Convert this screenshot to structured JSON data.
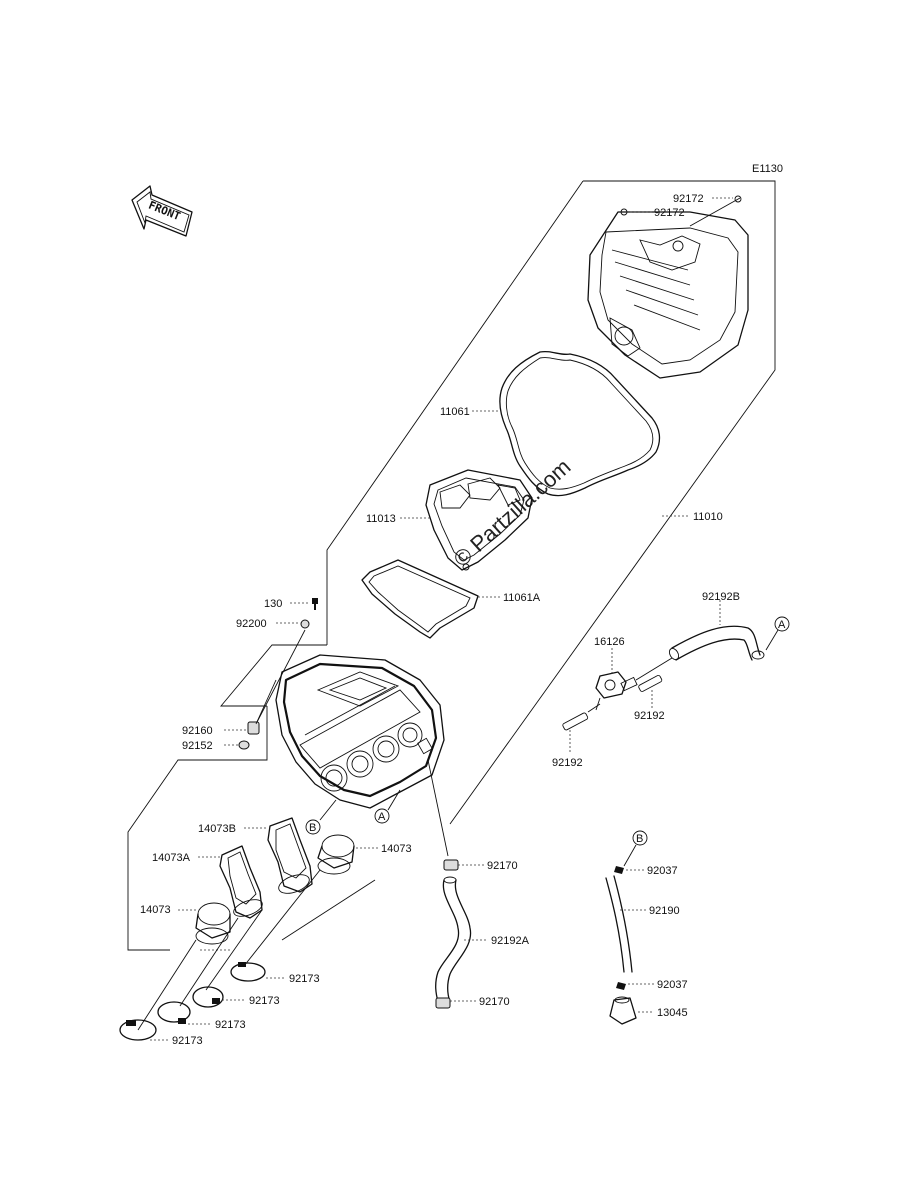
{
  "diagram": {
    "code": "E1130",
    "front_label": "FRONT",
    "watermark": "© Partzilla.com",
    "callouts": {
      "c92172a": "92172",
      "c92172b": "92172",
      "c11061": "11061",
      "c11013": "11013",
      "c11010": "11010",
      "c11061A": "11061A",
      "c130": "130",
      "c92200": "92200",
      "c92160": "92160",
      "c92152": "92152",
      "c92192B": "92192B",
      "c16126": "16126",
      "c92192a": "92192",
      "c92192b": "92192",
      "c14073B": "14073B",
      "c14073A": "14073A",
      "c14073a": "14073",
      "c14073b": "14073",
      "c92170a": "92170",
      "c92170b": "92170",
      "c92192A": "92192A",
      "c92037a": "92037",
      "c92190": "92190",
      "c92037b": "92037",
      "c13045": "13045",
      "c92173a": "92173",
      "c92173b": "92173",
      "c92173c": "92173",
      "c92173d": "92173"
    },
    "markers": {
      "A1": "A",
      "A2": "A",
      "B1": "B",
      "B2": "B"
    }
  }
}
